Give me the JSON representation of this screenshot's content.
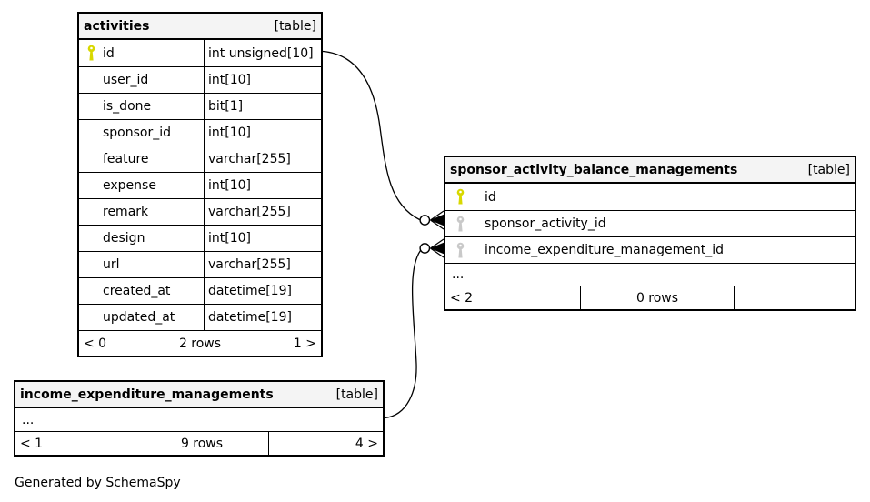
{
  "canvas": {
    "caption": "Generated by SchemaSpy"
  },
  "colors": {
    "background": "#ffffff",
    "header_bg": "#f4f4f4",
    "border": "#000000",
    "line": "#000000",
    "primary_key": "#d8d800",
    "foreign_key": "#c9c9c9"
  },
  "tables": {
    "activities": {
      "title": "activities",
      "badge": "[table]",
      "columns": [
        {
          "name": "id",
          "type": "int unsigned[10]",
          "key": "primary"
        },
        {
          "name": "user_id",
          "type": "int[10]",
          "key": ""
        },
        {
          "name": "is_done",
          "type": "bit[1]",
          "key": ""
        },
        {
          "name": "sponsor_id",
          "type": "int[10]",
          "key": ""
        },
        {
          "name": "feature",
          "type": "varchar[255]",
          "key": ""
        },
        {
          "name": "expense",
          "type": "int[10]",
          "key": ""
        },
        {
          "name": "remark",
          "type": "varchar[255]",
          "key": ""
        },
        {
          "name": "design",
          "type": "int[10]",
          "key": ""
        },
        {
          "name": "url",
          "type": "varchar[255]",
          "key": ""
        },
        {
          "name": "created_at",
          "type": "datetime[19]",
          "key": ""
        },
        {
          "name": "updated_at",
          "type": "datetime[19]",
          "key": ""
        }
      ],
      "footer": {
        "left": "< 0",
        "center": "2 rows",
        "right": "1 >"
      }
    },
    "sponsor_activity_balance_managements": {
      "title": "sponsor_activity_balance_managements",
      "badge": "[table]",
      "columns": [
        {
          "name": "id",
          "key": "primary"
        },
        {
          "name": "sponsor_activity_id",
          "key": "foreign"
        },
        {
          "name": "income_expenditure_management_id",
          "key": "foreign"
        }
      ],
      "ellipsis": "...",
      "footer": {
        "left": "< 2",
        "center": "0 rows",
        "right": ""
      }
    },
    "income_expenditure_managements": {
      "title": "income_expenditure_managements",
      "badge": "[table]",
      "ellipsis": "...",
      "footer": {
        "left": "< 1",
        "center": "9 rows",
        "right": "4 >"
      }
    }
  },
  "relationships": [
    {
      "from": "activities.id",
      "to": "sponsor_activity_balance_managements.sponsor_activity_id",
      "cardinality": "zero-or-many"
    },
    {
      "from": "income_expenditure_managements",
      "to": "sponsor_activity_balance_managements.income_expenditure_management_id",
      "cardinality": "zero-or-many"
    }
  ]
}
